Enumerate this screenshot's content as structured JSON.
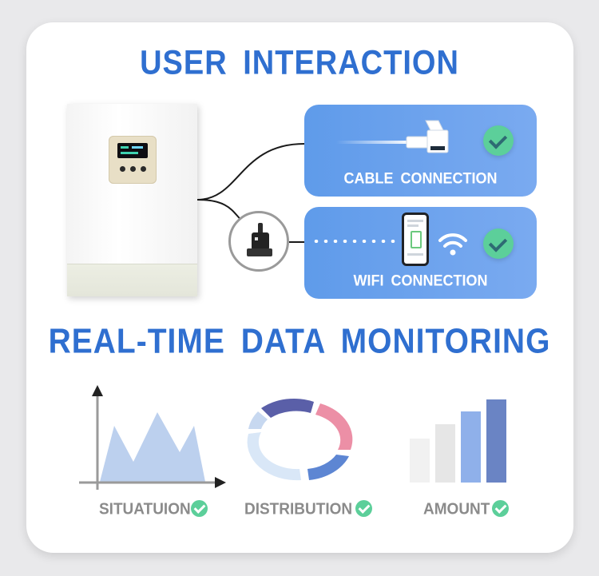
{
  "headings": {
    "user_interaction": "USER  INTERACTION",
    "monitoring": "REAL-TIME  DATA  MONITORING"
  },
  "connections": {
    "cable_label": "CABLE  CONNECTION",
    "wifi_label": "WIFI  CONNECTION"
  },
  "monitoring_items": {
    "situation": "SITUATUION",
    "distribution": "DISTRIBUTION",
    "amount": "AMOUNT"
  },
  "icons": [
    "inverter-illustration",
    "ethernet-cable-icon",
    "check-icon",
    "wifi-dongle-icon",
    "smartphone-icon",
    "wifi-icon",
    "area-chart-icon",
    "ring-chart-icon",
    "bar-chart-icon"
  ],
  "colors": {
    "heading": "#2f6fd0",
    "connection_box": "#6aa2ee",
    "check": "#5ccf9a",
    "caption": "#8b8b8b"
  }
}
